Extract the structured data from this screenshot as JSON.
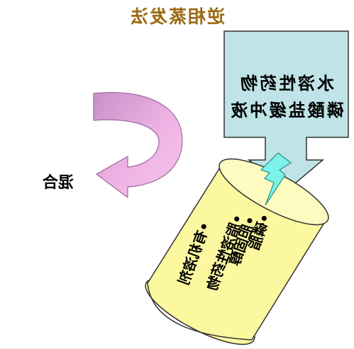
{
  "title": "逆相蒸发法",
  "solution_box": {
    "line1": "水溶性药物",
    "line2": "磷酸盐缓冲液"
  },
  "cylinder_items": [
    "•磷脂",
    "•胆固醇",
    "•脂溶性药物",
    "•有机溶剂"
  ],
  "mix_label": "混合",
  "colors": {
    "title": "#9a6a14",
    "box_fill": "#bfe3e6",
    "cylinder_fill": "#fbf8a0",
    "lightning_fill": "#7cf2e8",
    "arrow_fill": "#f4b4e4",
    "arrow_fill_dark": "#c690c8",
    "text": "#000000"
  }
}
